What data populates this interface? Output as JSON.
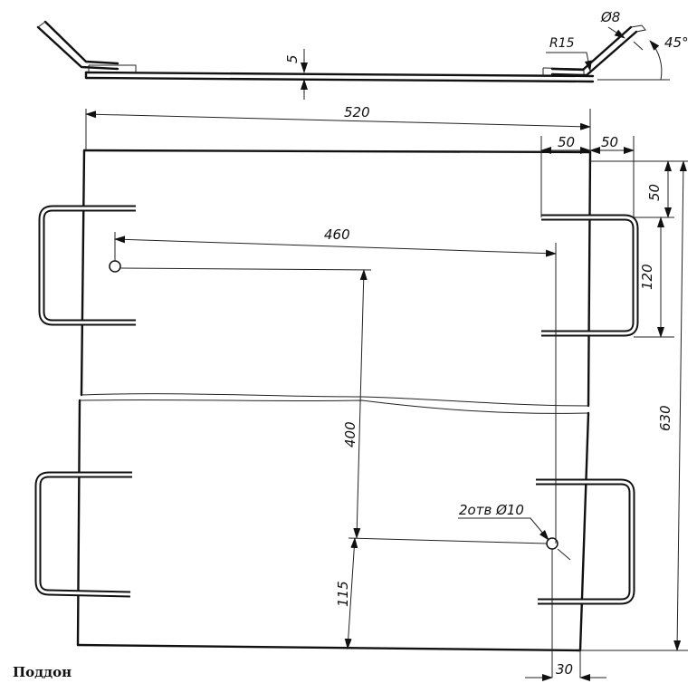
{
  "caption": "Поддон",
  "dimensions": {
    "diameter_rod": "Ø8",
    "radius": "R15",
    "angle": "45°",
    "thickness": "5",
    "width_total": "520",
    "hole_spacing": "460",
    "margin_a": "50",
    "margin_b": "50",
    "margin_side": "50",
    "handle_height": "120",
    "height_total": "630",
    "hole_vertical": "400",
    "hole_bottom": "115",
    "hole_note": "2отв Ø10",
    "hole_edge": "30"
  }
}
